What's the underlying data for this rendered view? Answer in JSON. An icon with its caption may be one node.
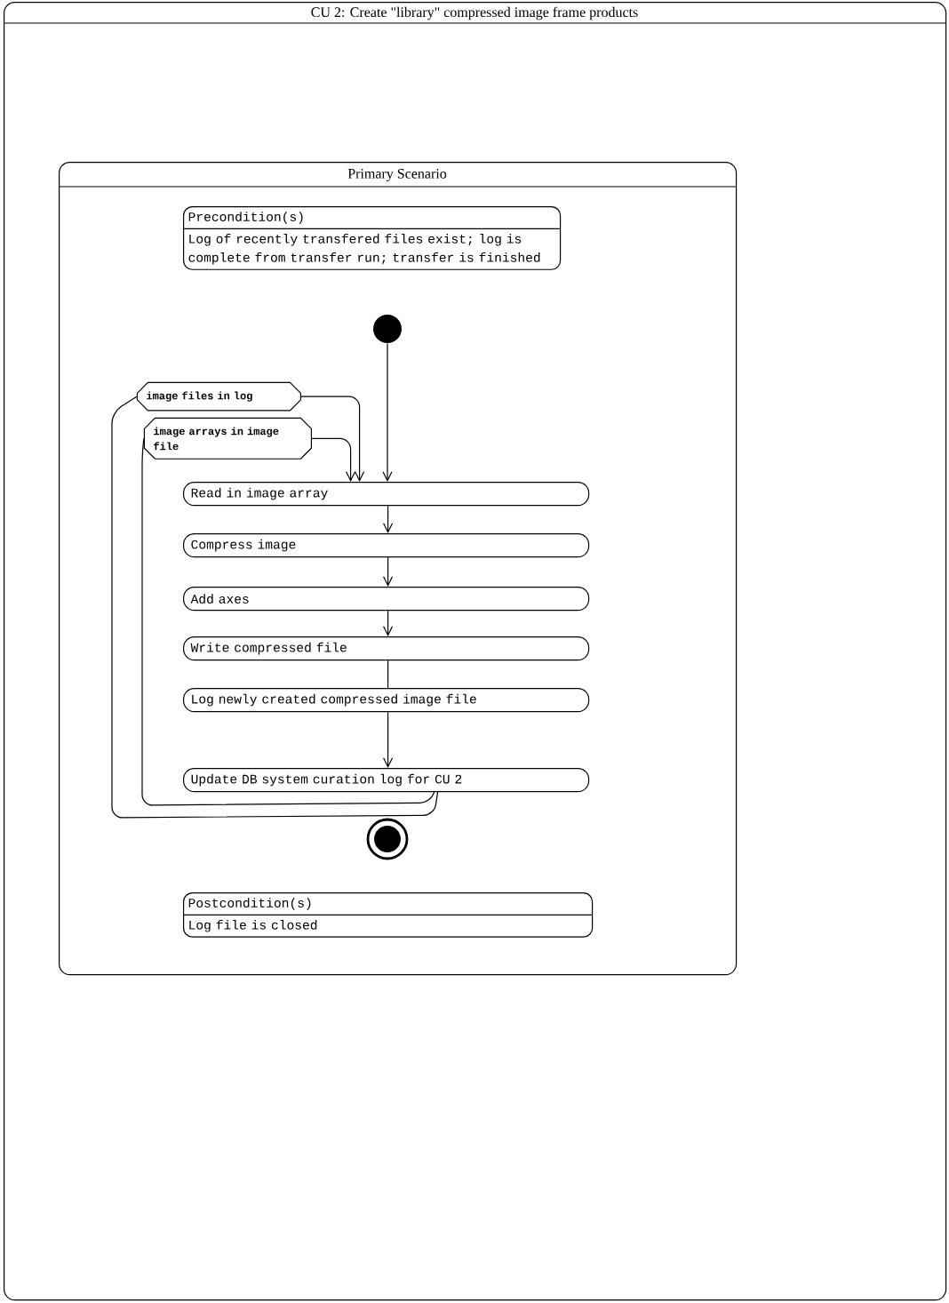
{
  "diagram": {
    "nodes": [
      {
        "text": [
          "CU 2: Create \"library\" compressed image frame products"
        ]
      },
      {
        "text": [
          "Primary Scenario"
        ],
        "in": 0
      },
      {
        "text": [
          "Precondition(s)",
          "Log of recently transfered files exist; log is complete from transfer run; transfer is finished"
        ],
        "in": 1
      },
      {
        "text": [],
        "shape": "circle",
        "in": 1
      },
      {
        "text": [
          "image files in log"
        ],
        "in": 1
      },
      {
        "text": [
          "image arrays in image file"
        ],
        "in": 1
      },
      {
        "text": [
          "Read in image array"
        ],
        "in": 1
      },
      {
        "text": [
          "Compress image"
        ],
        "in": 1
      },
      {
        "text": [
          "Add axes"
        ],
        "in": 1
      },
      {
        "text": [
          "Write compressed file"
        ],
        "in": 1
      },
      {
        "text": [
          "Log newly created compressed image file"
        ],
        "in": 1
      },
      {
        "text": [
          "Update DB system curation log for CU 2"
        ],
        "in": 1
      },
      {
        "text": [],
        "shape": "circle",
        "in": 1
      },
      {
        "text": [
          "Postcondition(s)",
          "Log file is closed"
        ],
        "in": 1
      }
    ],
    "edges": [
      {
        "from": 3,
        "to": 6,
        "arrow": "to"
      },
      {
        "from": 4,
        "to": 6,
        "arrow": "to"
      },
      {
        "from": 5,
        "to": 6,
        "arrow": "to"
      },
      {
        "from": 6,
        "to": 7,
        "arrow": "to"
      },
      {
        "from": 7,
        "to": 8,
        "arrow": "to"
      },
      {
        "from": 8,
        "to": 9,
        "arrow": "to"
      },
      {
        "from": 9,
        "to": 10,
        "arrow": "none"
      },
      {
        "from": 10,
        "to": 11,
        "arrow": "to"
      },
      {
        "from": 11,
        "to": 4,
        "arrow": "none"
      },
      {
        "from": 11,
        "to": 5,
        "arrow": "none"
      }
    ]
  }
}
